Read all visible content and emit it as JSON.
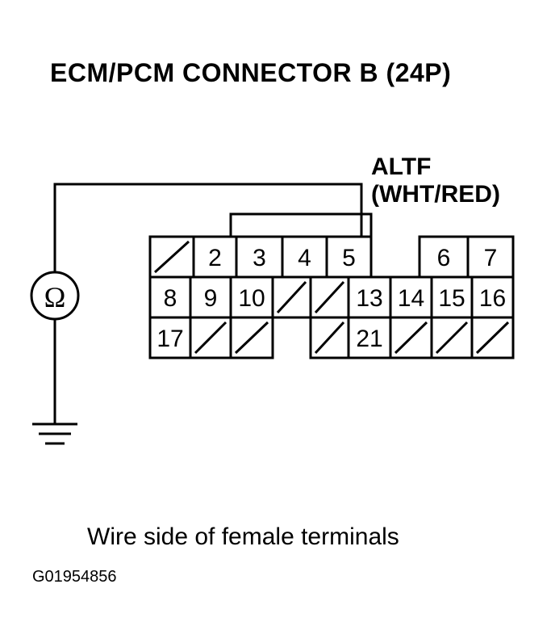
{
  "title": "ECM/PCM CONNECTOR B (24P)",
  "wire": {
    "name": "ALTF",
    "color": "(WHT/RED)"
  },
  "meter": {
    "symbol": "Ω",
    "icon": "ohmmeter-icon"
  },
  "ground": {
    "icon": "ground-icon"
  },
  "caption": "Wire side of female terminals",
  "figure_id": "G01954856",
  "connector": {
    "rows": [
      [
        {
          "label": ""
        },
        {
          "label": "2"
        },
        {
          "label": "3"
        },
        {
          "label": "4"
        },
        {
          "label": "5"
        },
        {
          "label": "6"
        },
        {
          "label": "7"
        }
      ],
      [
        {
          "label": "8"
        },
        {
          "label": "9"
        },
        {
          "label": "10"
        },
        {
          "label": ""
        },
        {
          "label": ""
        },
        {
          "label": "13"
        },
        {
          "label": "14"
        },
        {
          "label": "15"
        },
        {
          "label": "16"
        }
      ],
      [
        {
          "label": "17"
        },
        {
          "label": ""
        },
        {
          "label": ""
        },
        {
          "label": ""
        },
        {
          "label": "21"
        },
        {
          "label": ""
        },
        {
          "label": ""
        },
        {
          "label": ""
        }
      ]
    ]
  }
}
